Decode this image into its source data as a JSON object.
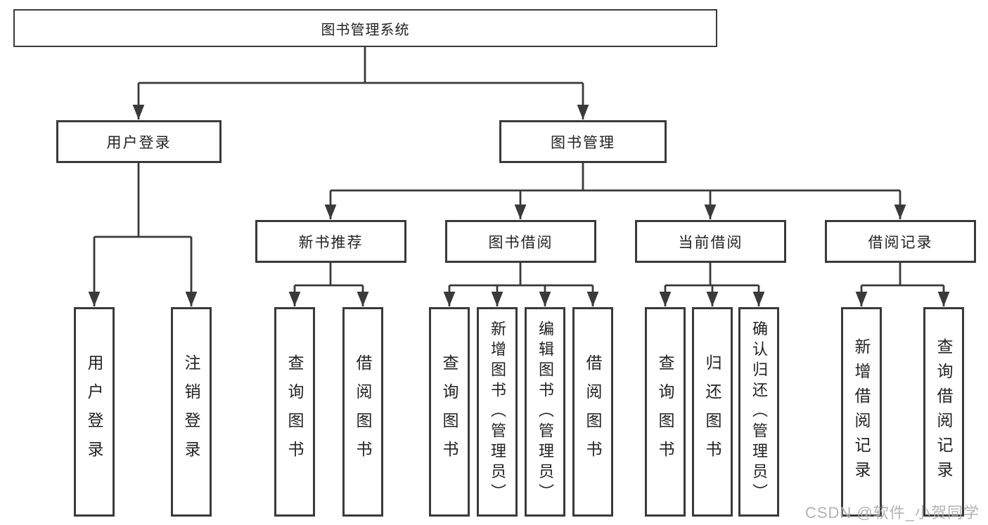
{
  "diagram": {
    "type": "hierarchy",
    "root": {
      "label": "图书管理系统"
    },
    "level2": [
      {
        "id": "user-login",
        "label": "用户登录",
        "parent": "root"
      },
      {
        "id": "book-management",
        "label": "图书管理",
        "parent": "root"
      }
    ],
    "level3": [
      {
        "id": "new-book-recommend",
        "label": "新书推荐",
        "parent": "book-management"
      },
      {
        "id": "book-borrowing",
        "label": "图书借阅",
        "parent": "book-management"
      },
      {
        "id": "current-borrowing",
        "label": "当前借阅",
        "parent": "book-management"
      },
      {
        "id": "borrowing-records",
        "label": "借阅记录",
        "parent": "book-management"
      }
    ],
    "leaves": [
      {
        "label": "用户登录",
        "parent": "user-login"
      },
      {
        "label": "注销登录",
        "parent": "user-login"
      },
      {
        "label": "查询图书",
        "parent": "new-book-recommend"
      },
      {
        "label": "借阅图书",
        "parent": "new-book-recommend"
      },
      {
        "label": "查询图书",
        "parent": "book-borrowing"
      },
      {
        "label": "新增图书（管理员）",
        "parent": "book-borrowing"
      },
      {
        "label": "编辑图书（管理员）",
        "parent": "book-borrowing"
      },
      {
        "label": "借阅图书",
        "parent": "book-borrowing"
      },
      {
        "label": "查询图书",
        "parent": "current-borrowing"
      },
      {
        "label": "归还图书",
        "parent": "current-borrowing"
      },
      {
        "label": "确认归还（管理员）",
        "parent": "current-borrowing"
      },
      {
        "label": "新增借阅记录",
        "parent": "borrowing-records"
      },
      {
        "label": "查询借阅记录",
        "parent": "borrowing-records"
      }
    ],
    "watermark": "CSDN @软件_小贺同学",
    "colors": {
      "line": "#3a3a3a",
      "box_border": "#3a3a3a",
      "box_fill": "#ffffff",
      "text": "#222222",
      "watermark": "#acacac",
      "background": "#ffffff"
    }
  }
}
